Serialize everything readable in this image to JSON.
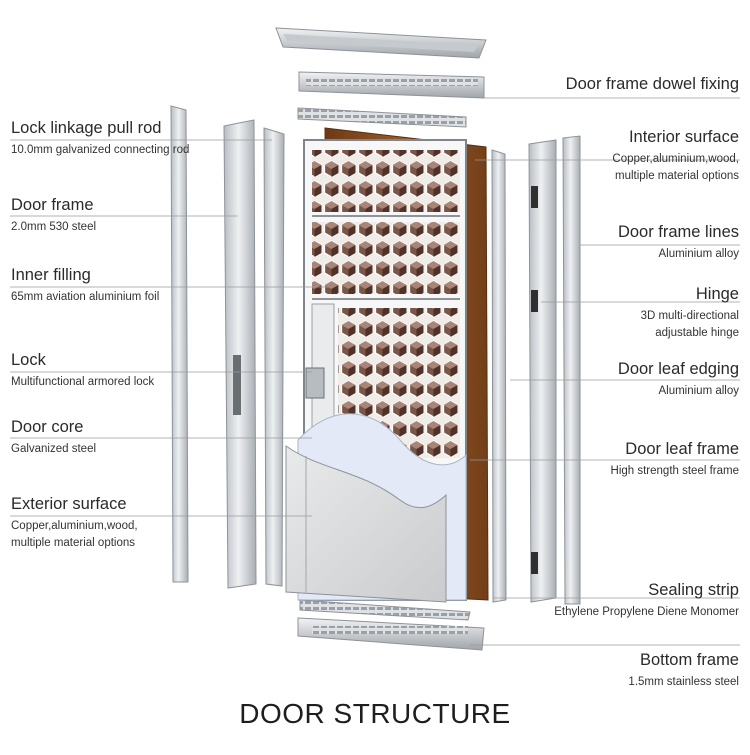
{
  "title": "DOOR STRUCTURE",
  "colors": {
    "leader_line": "#9a9a9a",
    "steel": "#d9dcdf",
    "steel_dark": "#8e9399",
    "wood": "#8a4f22",
    "honeycomb": "#6f4a3c",
    "foil_wave": "#e3e9f7"
  },
  "left_labels": [
    {
      "title": "Lock linkage pull rod",
      "subtitle": [
        "10.0mm galvanized connecting rod"
      ]
    },
    {
      "title": "Door frame",
      "subtitle": [
        "2.0mm 530 steel"
      ]
    },
    {
      "title": "Inner filling",
      "subtitle": [
        "65mm aviation aluminium foil"
      ]
    },
    {
      "title": "Lock",
      "subtitle": [
        "Multifunctional armored lock"
      ]
    },
    {
      "title": "Door core",
      "subtitle": [
        "Galvanized steel"
      ]
    },
    {
      "title": "Exterior surface",
      "subtitle": [
        "Copper,aluminium,wood,",
        "multiple material options"
      ]
    }
  ],
  "right_labels": [
    {
      "title": "Door frame dowel fixing",
      "subtitle": []
    },
    {
      "title": "Interior surface",
      "subtitle": [
        "Copper,aluminium,wood,",
        "multiple material options"
      ]
    },
    {
      "title": "Door frame lines",
      "subtitle": [
        "Aluminium alloy"
      ]
    },
    {
      "title": "Hinge",
      "subtitle": [
        "3D multi-directional",
        "adjustable hinge"
      ]
    },
    {
      "title": "Door leaf edging",
      "subtitle": [
        "Aluminium alloy"
      ]
    },
    {
      "title": "Door leaf frame",
      "subtitle": [
        "High strength steel frame"
      ]
    },
    {
      "title": "Sealing strip",
      "subtitle": [
        "Ethylene Propylene Diene Monomer"
      ]
    },
    {
      "title": "Bottom frame",
      "subtitle": [
        "1.5mm stainless steel"
      ]
    }
  ]
}
